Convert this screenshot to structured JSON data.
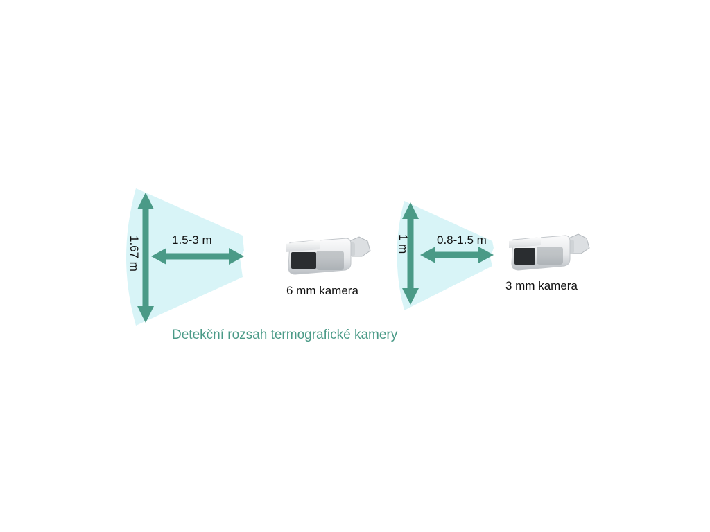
{
  "colors": {
    "fov_fill": "#d8f4f7",
    "arrow": "#4a9a87",
    "caption": "#4a9a87",
    "camera_body": "#eceef0",
    "camera_shade": "#9ea4aa",
    "camera_lens": "#2a2d30"
  },
  "left": {
    "height_label": "1.67 m",
    "range_label": "1.5-3 m",
    "camera_label": "6 mm kamera",
    "camera_icon": "bullet-camera-icon"
  },
  "right": {
    "height_label": "1 m",
    "range_label": "0.8-1.5 m",
    "camera_label": "3 mm kamera",
    "camera_icon": "bullet-camera-icon"
  },
  "caption": "Detekční rozsah termografické kamery"
}
